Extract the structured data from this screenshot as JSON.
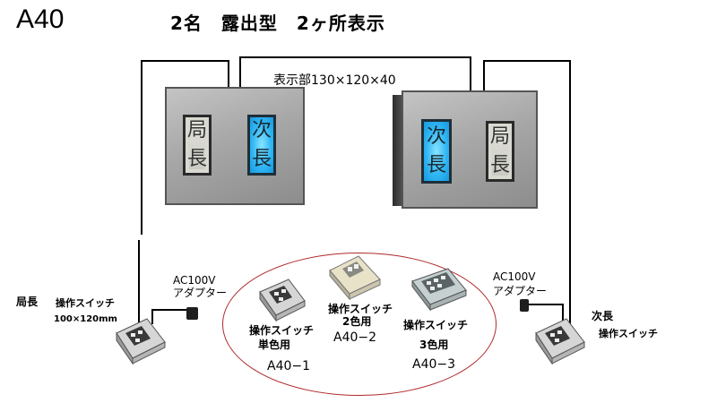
{
  "header": {
    "model_code": "A40",
    "title": "2名　露出型　2ヶ所表示"
  },
  "display_unit": {
    "dimensions_label": "表示部130×120×40"
  },
  "left_panel": {
    "windows": [
      {
        "line1": "局",
        "line2": "長",
        "color": "gray"
      },
      {
        "line1": "次",
        "line2": "長",
        "color": "blue"
      }
    ]
  },
  "right_panel": {
    "windows": [
      {
        "line1": "次",
        "line2": "長",
        "color": "blue"
      },
      {
        "line1": "局",
        "line2": "長",
        "color": "gray"
      }
    ]
  },
  "left_station": {
    "person": "局長",
    "switch_label": "操作スイッチ",
    "switch_size": "100×120mm",
    "adapter_line1": "AC100V",
    "adapter_line2": "アダプター"
  },
  "right_station": {
    "person": "次長",
    "switch_label": "操作スイッチ",
    "adapter_line1": "AC100V",
    "adapter_line2": "アダプター"
  },
  "switch_options": [
    {
      "name_line1": "操作スイッチ",
      "name_line2": "単色用",
      "model": "A40−1"
    },
    {
      "name_line1": "操作スイッチ",
      "name_line2": "2色用",
      "model": "A40−2"
    },
    {
      "name_line1": "操作スイッチ",
      "name_line2": "3色用",
      "model": "A40−3"
    }
  ],
  "colors": {
    "panel_gray": "#a7a7a7",
    "window_blue": "#32b8f5",
    "window_gray": "#d9d9d2",
    "oval_outline": "#b02a2a",
    "wire": "#000000"
  }
}
